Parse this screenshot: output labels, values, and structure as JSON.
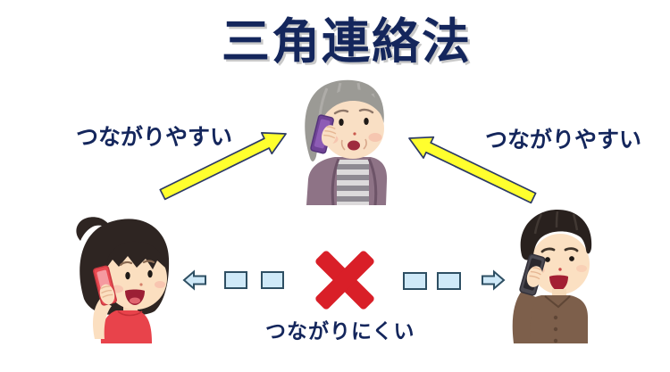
{
  "title": "三角連絡法",
  "labels": {
    "left_easy": "つながりやすい",
    "right_easy": "つながりやすい",
    "hard": "つながりにくい"
  },
  "figures": {
    "center": "grandmother-on-phone",
    "bottom_left": "girl-on-phone",
    "bottom_right": "man-on-phone"
  },
  "colors": {
    "text_navy": "#14265c",
    "arrow_yellow": "#ffff2e",
    "arrow_outline": "#2c3a66",
    "dash_fill": "#cfe9f8",
    "dash_stroke": "#2e4f63",
    "cross_red": "#d91f28",
    "background": "#ffffff"
  }
}
